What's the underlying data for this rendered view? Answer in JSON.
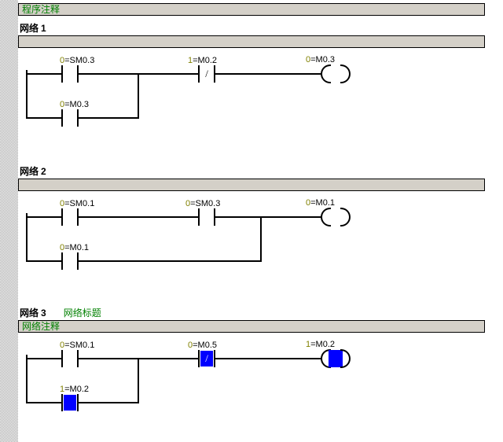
{
  "window": {
    "title": "程序注释",
    "editor_type": "ladder-diagram"
  },
  "colors": {
    "comment_text": "#008000",
    "comment_bar_bg": "#d4d0c8",
    "energized": "#0000ff",
    "status_value": "#808000",
    "wire": "#000000"
  },
  "program_comment": {
    "text": "程序注释"
  },
  "networks": [
    {
      "label": "网络",
      "number": "1",
      "title": "",
      "comment": "",
      "rungs": [
        {
          "elements": [
            {
              "kind": "contact-no",
              "operand": "SM0.3",
              "value": "0",
              "label": "0=SM0.3",
              "energized": false
            },
            {
              "kind": "contact-nc",
              "operand": "M0.2",
              "value": "1",
              "label": "1=M0.2",
              "energized": false
            },
            {
              "kind": "coil",
              "operand": "M0.3",
              "value": "0",
              "label": "0=M0.3",
              "energized": false
            }
          ]
        },
        {
          "branch": true,
          "elements": [
            {
              "kind": "contact-no",
              "operand": "M0.3",
              "value": "0",
              "label": "0=M0.3",
              "energized": false
            }
          ]
        }
      ]
    },
    {
      "label": "网络",
      "number": "2",
      "title": "",
      "comment": "",
      "rungs": [
        {
          "elements": [
            {
              "kind": "contact-no",
              "operand": "SM0.1",
              "value": "0",
              "label": "0=SM0.1",
              "energized": false
            },
            {
              "kind": "contact-no",
              "operand": "SM0.3",
              "value": "0",
              "label": "0=SM0.3",
              "energized": false
            },
            {
              "kind": "coil",
              "operand": "M0.1",
              "value": "0",
              "label": "0=M0.1",
              "energized": false
            }
          ]
        },
        {
          "branch": true,
          "elements": [
            {
              "kind": "contact-no",
              "operand": "M0.1",
              "value": "0",
              "label": "0=M0.1",
              "energized": false
            }
          ]
        }
      ]
    },
    {
      "label": "网络",
      "number": "3",
      "title": "网络标题",
      "comment": "网络注释",
      "rungs": [
        {
          "elements": [
            {
              "kind": "contact-no",
              "operand": "SM0.1",
              "value": "0",
              "label": "0=SM0.1",
              "energized": false
            },
            {
              "kind": "contact-nc",
              "operand": "M0.5",
              "value": "0",
              "label": "0=M0.5",
              "energized": true
            },
            {
              "kind": "coil",
              "operand": "M0.2",
              "value": "1",
              "label": "1=M0.2",
              "energized": true
            }
          ]
        },
        {
          "branch": true,
          "elements": [
            {
              "kind": "contact-no",
              "operand": "M0.2",
              "value": "1",
              "label": "1=M0.2",
              "energized": true
            }
          ]
        }
      ]
    }
  ]
}
